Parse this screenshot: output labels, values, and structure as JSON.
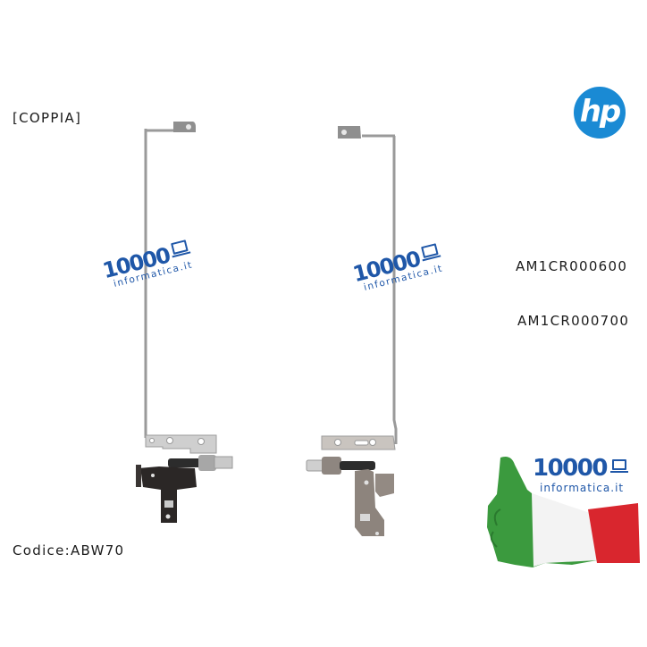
{
  "product": {
    "pair_label": "[COPPIA]",
    "part_numbers": [
      "AM1CR000600",
      "AM1CR000700"
    ],
    "code_label": "Codice:ABW70"
  },
  "brand_logo": {
    "text": "hp",
    "color": "#1a8ad4"
  },
  "watermark": {
    "number": "10000",
    "domain": "informatica.it",
    "color": "#1f57a8",
    "icon": "laptop-icon"
  },
  "shop_badge": {
    "number": "10000",
    "domain": "informatica.it",
    "flag_colors": [
      "#3b9a3e",
      "#ffffff",
      "#d9262e"
    ],
    "icon": "thumbs-up-icon"
  }
}
